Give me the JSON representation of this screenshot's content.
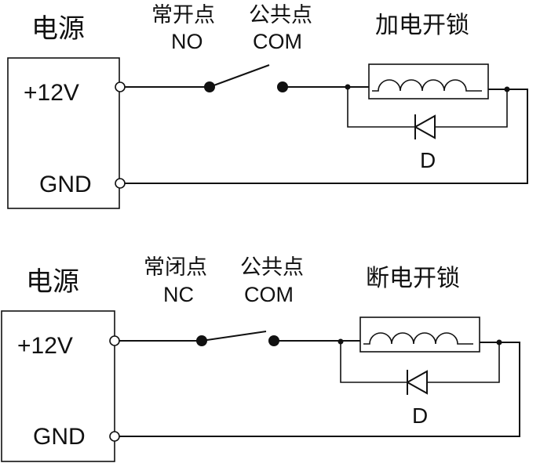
{
  "circuits": [
    {
      "power_label": "电源",
      "plus_label": "+12V",
      "gnd_label": "GND",
      "switch_label_cn": "常开点",
      "switch_label_en": "NO",
      "common_label_cn": "公共点",
      "common_label_en": "COM",
      "lock_label": "加电开锁",
      "diode_label": "D"
    },
    {
      "power_label": "电源",
      "plus_label": "+12V",
      "gnd_label": "GND",
      "switch_label_cn": "常闭点",
      "switch_label_en": "NC",
      "common_label_cn": "公共点",
      "common_label_en": "COM",
      "lock_label": "断电开锁",
      "diode_label": "D"
    }
  ]
}
